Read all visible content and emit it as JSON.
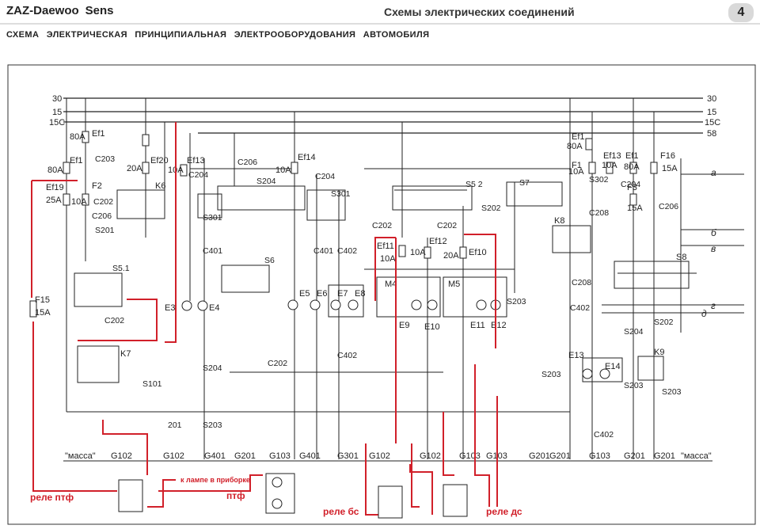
{
  "header": {
    "brand": "ZAZ-Daewoo",
    "model": "Sens",
    "section_title": "Схемы электрических соединений",
    "page_number": "4"
  },
  "subtitle": "СХЕМА ЭЛЕКТРИЧЕСКАЯ ПРИНЦИПИАЛЬНАЯ ЭЛЕКТРООБОРУДОВАНИЯ АВТОМОБИЛЯ",
  "diagram": {
    "bus_labels": [
      "30",
      "15",
      "15C",
      "58"
    ],
    "fuses": [
      {
        "id": "Ef1",
        "rating": "80A"
      },
      {
        "id": "Ef1",
        "rating": "80A"
      },
      {
        "id": "Ef19",
        "rating": "25A"
      },
      {
        "id": "F2",
        "rating": "10A"
      },
      {
        "id": "Ef20",
        "rating": "20A"
      },
      {
        "id": "Ef13",
        "rating": "10A"
      },
      {
        "id": "Ef14",
        "rating": "10A"
      },
      {
        "id": "Ef11",
        "rating": "10A"
      },
      {
        "id": "Ef12",
        "rating": "10A"
      },
      {
        "id": "Ef10",
        "rating": "20A"
      },
      {
        "id": "F1",
        "rating": "10A"
      },
      {
        "id": "Ef13",
        "rating": "10A"
      },
      {
        "id": "Ef1",
        "rating": "80A"
      },
      {
        "id": "F16",
        "rating": "15A"
      },
      {
        "id": "F3",
        "rating": "15A"
      },
      {
        "id": "F15",
        "rating": "15A"
      }
    ],
    "relays": [
      "K6",
      "K7",
      "M4",
      "M5",
      "K8",
      "K9",
      "S8"
    ],
    "connectors": [
      "C203",
      "C202",
      "C206",
      "C204",
      "C401",
      "C402",
      "C208",
      "S201",
      "S204",
      "S301",
      "S302",
      "S202",
      "S203",
      "S101",
      "S5.1",
      "S5 2",
      "S6",
      "S7",
      "201"
    ],
    "lamps": [
      "E3",
      "E4",
      "E5",
      "E6",
      "E7",
      "E8",
      "E9",
      "E10",
      "E11",
      "E12",
      "E13",
      "E14"
    ],
    "ground_labels": [
      "\"масса\"",
      "G102",
      "G102",
      "G401",
      "G201",
      "G103",
      "G401",
      "G301",
      "G102",
      "G102",
      "G103",
      "G103",
      "G201",
      "G201",
      "G103",
      "G201",
      "G201",
      "\"масса\""
    ],
    "right_labels": [
      "а",
      "б",
      "в",
      "г",
      "д"
    ],
    "annotations": {
      "relay_ptf": "реле птф",
      "to_lamp": "к лампе в приборке",
      "ptf": "птф",
      "relay_bs": "реле бс",
      "relay_ds": "реле дс"
    },
    "colors": {
      "schematic": "#222222",
      "annotation": "#d1202a",
      "background": "#ffffff"
    }
  }
}
